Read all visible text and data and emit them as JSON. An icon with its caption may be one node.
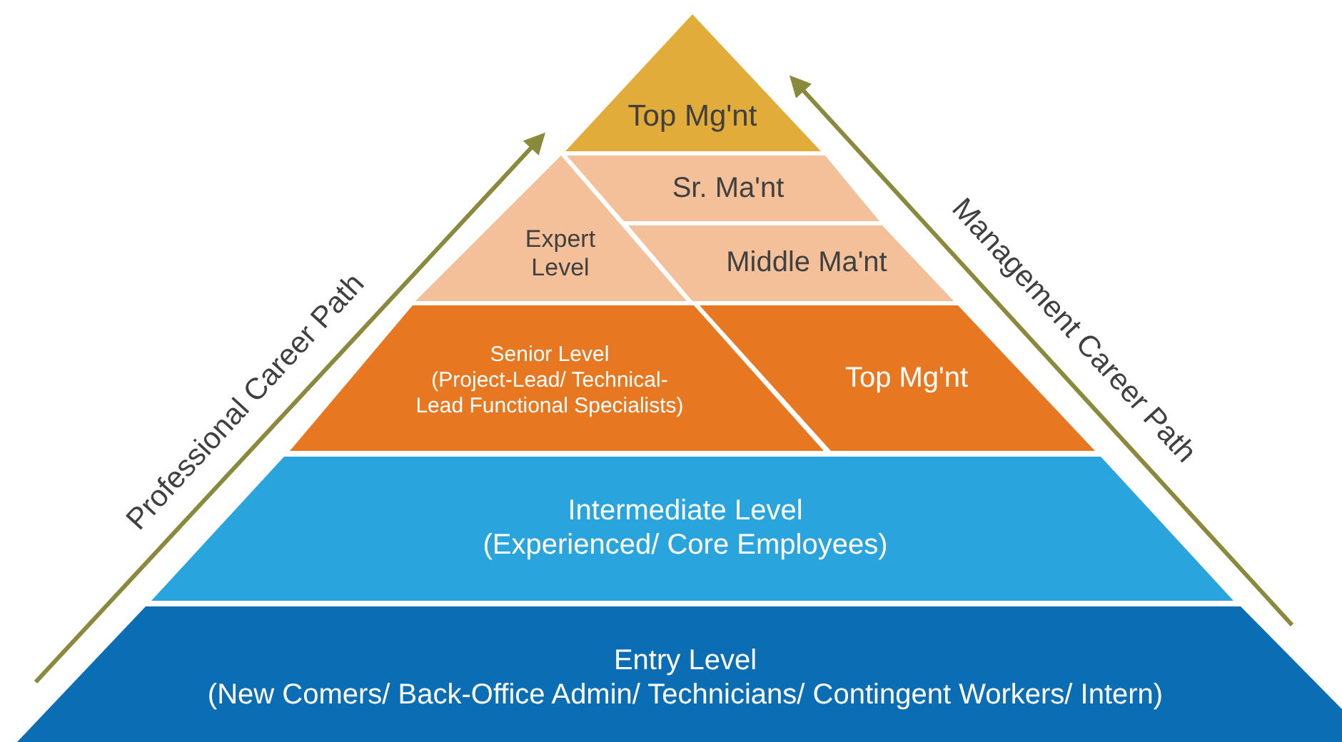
{
  "diagram": {
    "nodes": [
      {
        "text": [
          "Top Mg'nt"
        ]
      },
      {
        "text": [
          "Sr. Ma'nt"
        ]
      },
      {
        "text": [
          "Expert Level"
        ]
      },
      {
        "text": [
          "Middle Ma'nt"
        ]
      },
      {
        "text": [
          "Senior Level",
          "(Project-Lead/ Technical-Lead Functional Specialists)"
        ]
      },
      {
        "text": [
          "Top Mg'nt"
        ]
      },
      {
        "text": [
          "Intermediate Level",
          "(Experienced/ Core Employees)"
        ]
      },
      {
        "text": [
          "Entry Level",
          "(New Comers/ Back-Office Admin/ Technicians/ Contingent Workers/ Intern)"
        ]
      }
    ],
    "labels": [
      "Professional Career Path",
      "Management Career Path"
    ]
  }
}
